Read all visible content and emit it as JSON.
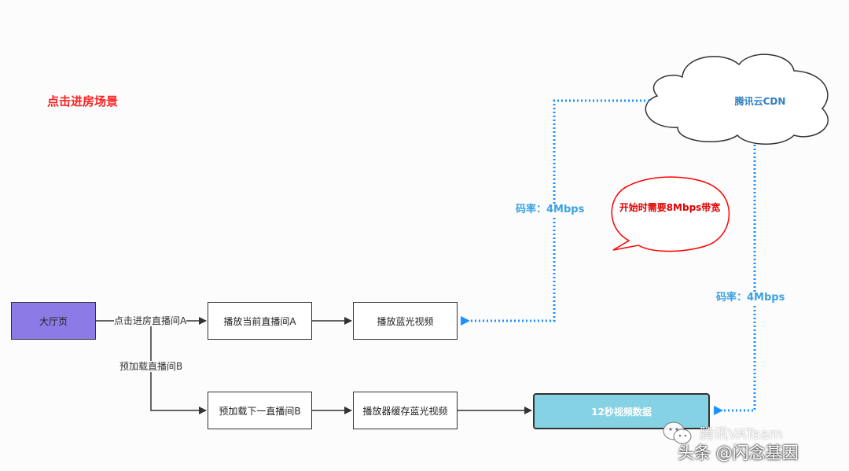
{
  "title": "点击进房场景",
  "nodes": {
    "lobby": "大厅页",
    "play_current": "播放当前直播间A",
    "play_bluray": "播放蓝光视频",
    "preload_next": "预加载下一直播间B",
    "cache_bluray": "播放器缓存蓝光视频",
    "data_12s": "12秒视频数据"
  },
  "edges": {
    "enter_room": "点击进房直播间A",
    "preload": "预加载直播间B"
  },
  "cdn": {
    "label": "腾讯云CDN"
  },
  "bitrate": {
    "left": "码率：4Mbps",
    "right": "码率：4Mbps"
  },
  "callout": {
    "text": "开始时需要8Mbps带宽"
  },
  "watermark": {
    "line1": "腾讯VATeam",
    "line2": "头条 @闪念基因"
  },
  "colors": {
    "lobby_fill": "#8c7ae6",
    "data_fill": "#84d2e4",
    "title": "#ff1f1f",
    "rate": "#3ba2e3",
    "dotted_arrow": "#1e90ff",
    "callout_border": "#ff0000"
  }
}
